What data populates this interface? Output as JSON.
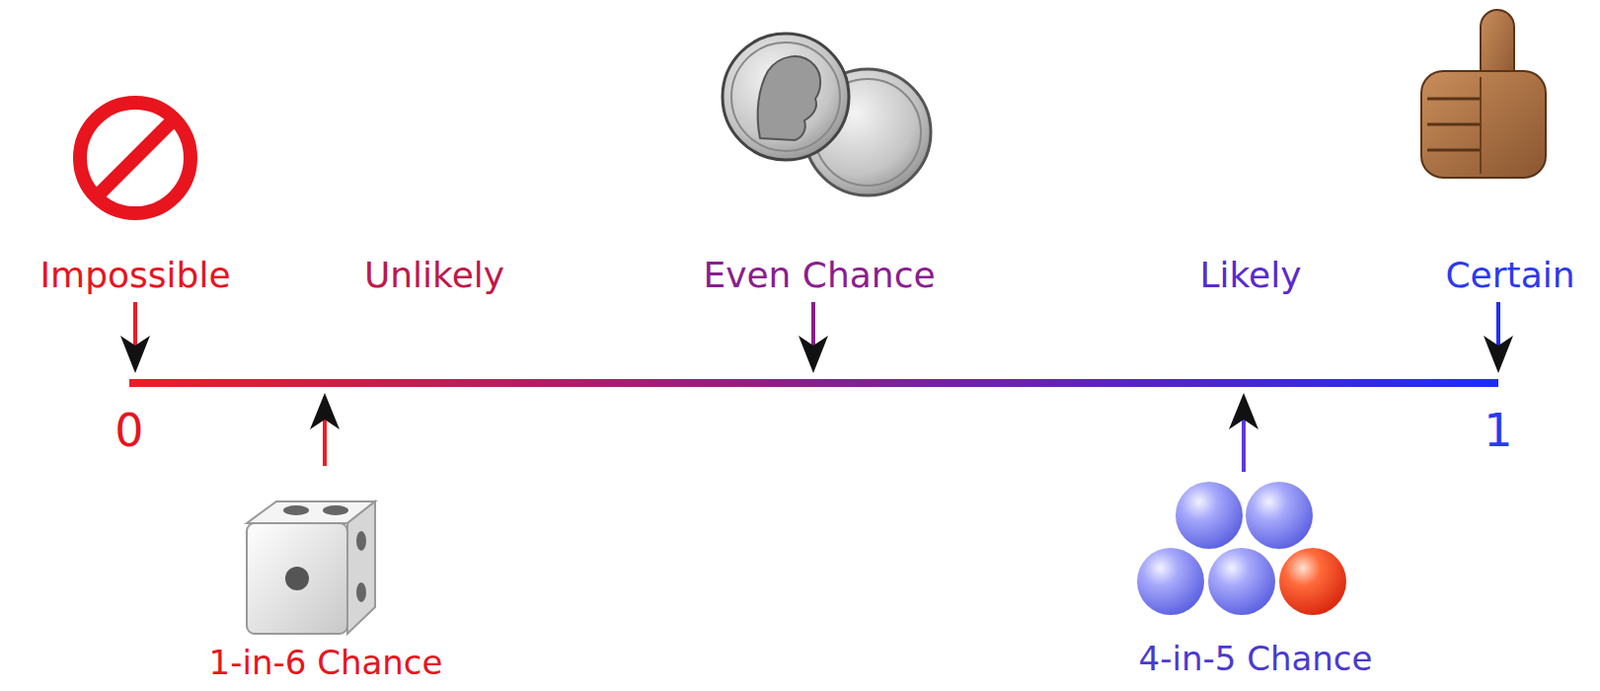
{
  "diagram": {
    "labels": [
      "Impossible",
      "Unlikely",
      "Even Chance",
      "Likely",
      "Certain",
      "0",
      "1",
      "1-in-6 Chance",
      "4-in-5 Chance"
    ]
  }
}
